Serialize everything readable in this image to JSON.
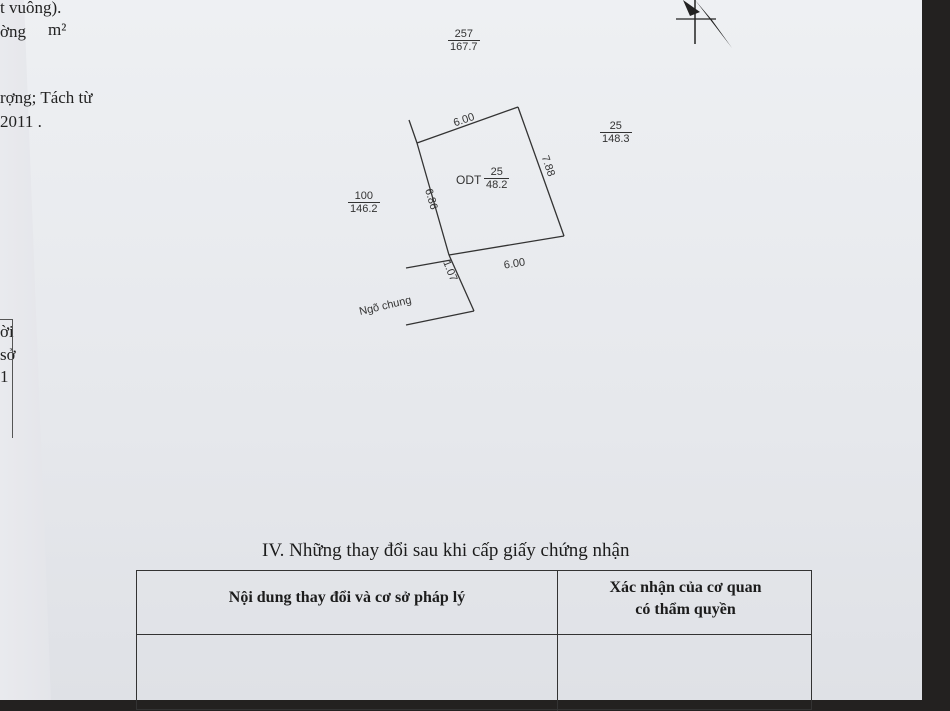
{
  "left_page": {
    "lines": [
      "t vuông).",
      "ờng",
      "m²",
      "rợng; Tách từ",
      "2011 .",
      "ời",
      "sở",
      "1"
    ]
  },
  "parcels": {
    "north": {
      "num": "257",
      "den": "167.7"
    },
    "east": {
      "num": "25",
      "den": "148.3"
    },
    "west": {
      "num": "100",
      "den": "146.2"
    },
    "main_code": "ODT",
    "main": {
      "num": "25",
      "den": "48.2"
    }
  },
  "dimensions": {
    "top": "6.00",
    "right": "7.88",
    "left": "6.86",
    "bottom": "6.00",
    "lane_width": "1.07"
  },
  "lane_label": "Ngõ chung",
  "section": {
    "title": "IV. Những thay đổi sau khi cấp giấy chứng nhận",
    "col1_header": "Nội dung thay đổi và cơ sở pháp lý",
    "col2_header_line1": "Xác nhận của cơ quan",
    "col2_header_line2": "có thẩm quyền"
  }
}
